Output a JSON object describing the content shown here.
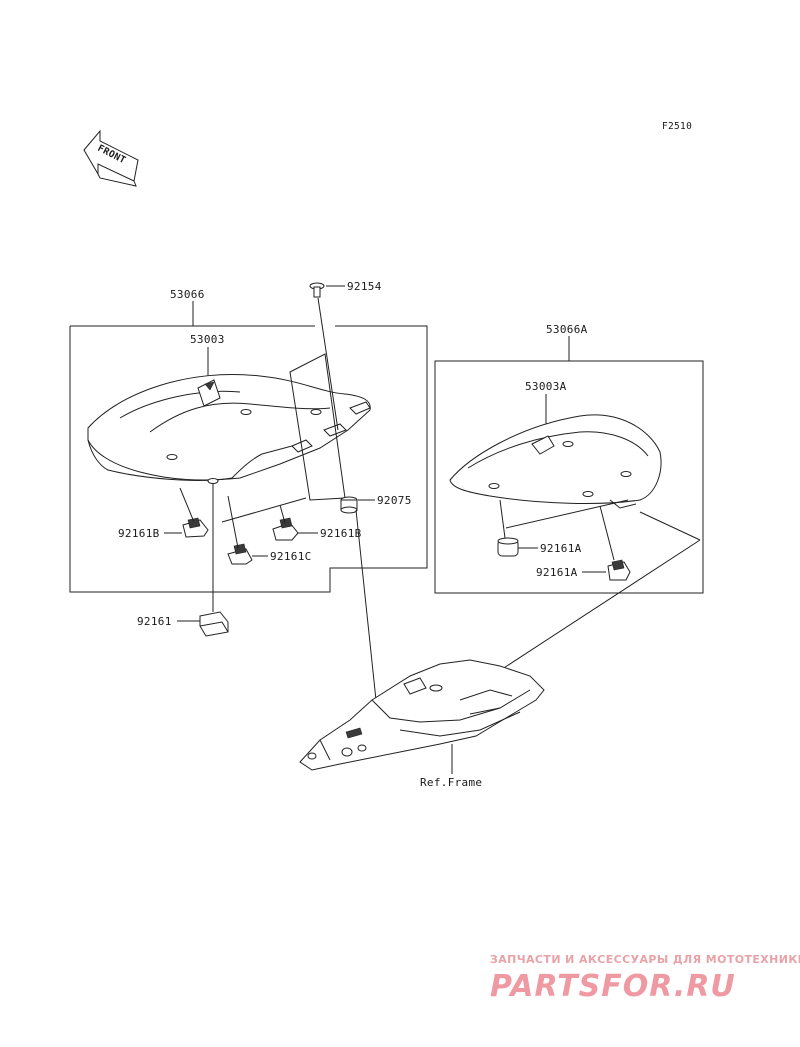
{
  "figure_code": "F2510",
  "front_arrow_label": "FRONT",
  "parts": {
    "seat_assy_front": "53066",
    "seat_pan_front": "53003",
    "bolt": "92154",
    "grommet": "92075",
    "damper_b_left": "92161B",
    "damper_b_right": "92161B",
    "damper_c": "92161C",
    "damper": "92161",
    "seat_assy_rear": "53066A",
    "seat_pan_rear": "53003A",
    "damper_a_upper": "92161A",
    "damper_a_lower": "92161A",
    "frame_ref": "Ref.Frame"
  },
  "watermark": {
    "tagline": "ЗАПЧАСТИ И АКСЕССУАРЫ ДЛЯ МОТОТЕХНИКИ",
    "logo": "PARTSFOR.RU"
  },
  "colors": {
    "line": "#222222",
    "watermark": "#ef9aa2"
  }
}
